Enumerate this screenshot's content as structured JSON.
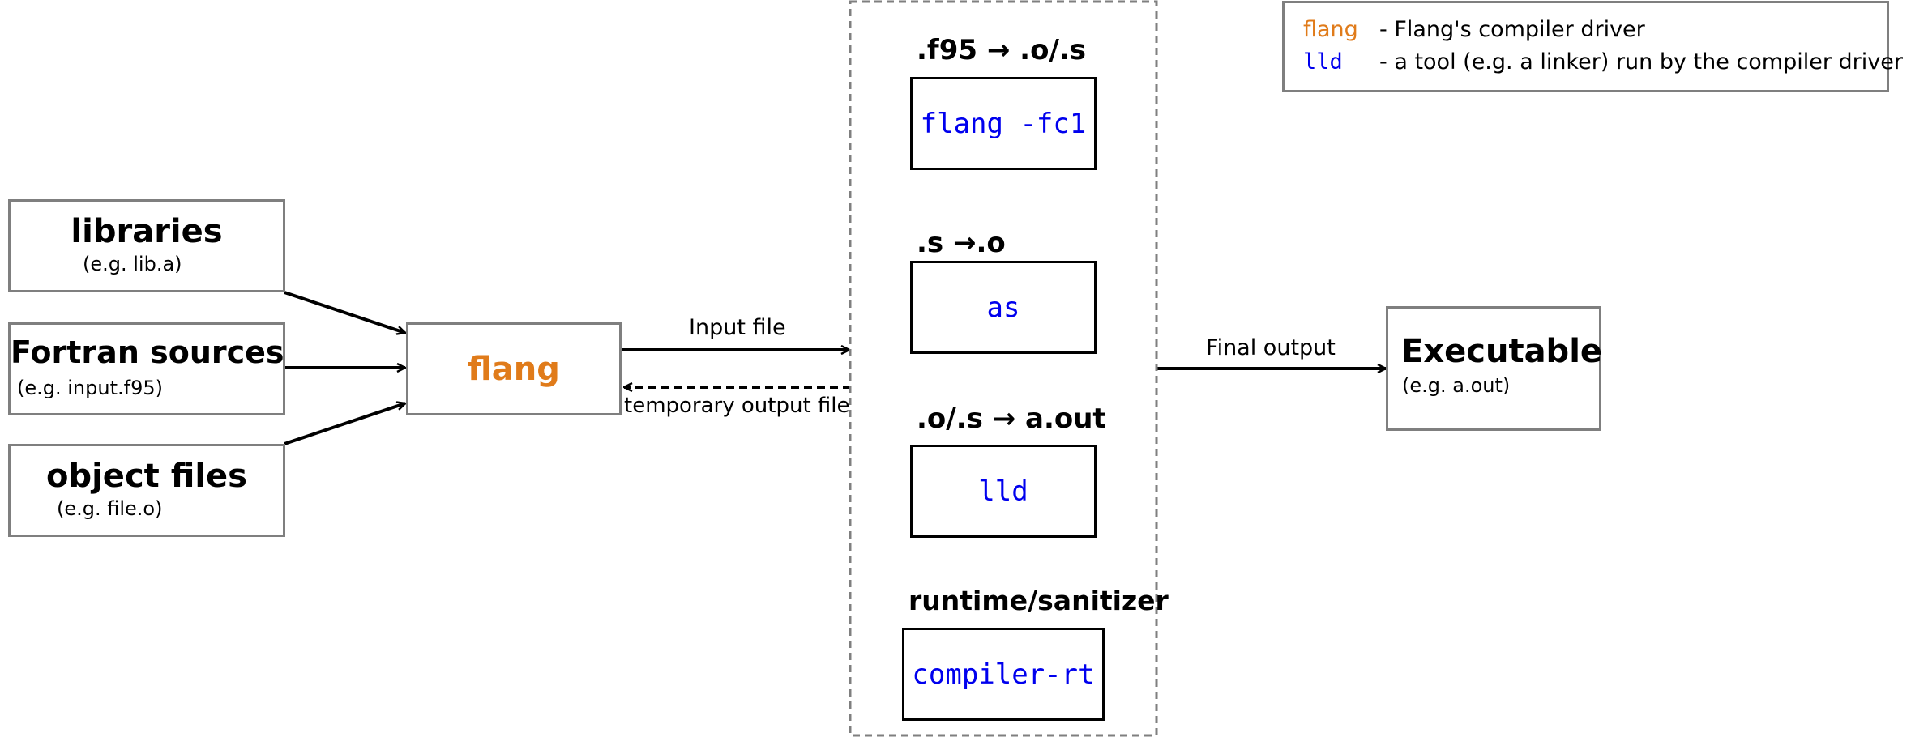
{
  "legend": {
    "flang_key": "flang",
    "flang_desc": "- Flang's compiler driver",
    "lld_key": "lld",
    "lld_desc": "- a tool (e.g. a linker) run by the compiler driver"
  },
  "inputs": {
    "libraries": {
      "title": "libraries",
      "example": "(e.g. lib.a)"
    },
    "fortran": {
      "title": "Fortran sources",
      "example": "(e.g. input.f95)"
    },
    "objects": {
      "title": "object files",
      "example": "(e.g. file.o)"
    }
  },
  "driver": {
    "label": "flang"
  },
  "edges": {
    "input_file": "Input file",
    "temporary_output": "temporary output file",
    "final_output": "Final output"
  },
  "stages": [
    {
      "heading": ".f95 → .o/.s",
      "tool": "flang -fc1"
    },
    {
      "heading": ".s →.o",
      "tool": "as"
    },
    {
      "heading": ".o/.s → a.out",
      "tool": "lld"
    },
    {
      "heading": "runtime/sanitizer",
      "tool": "compiler-rt"
    }
  ],
  "output": {
    "title": "Executable",
    "example": "(e.g. a.out)"
  },
  "colors": {
    "driver": "#e07b1a",
    "tool": "#0000ee",
    "box_border": "#7f7f7f"
  }
}
